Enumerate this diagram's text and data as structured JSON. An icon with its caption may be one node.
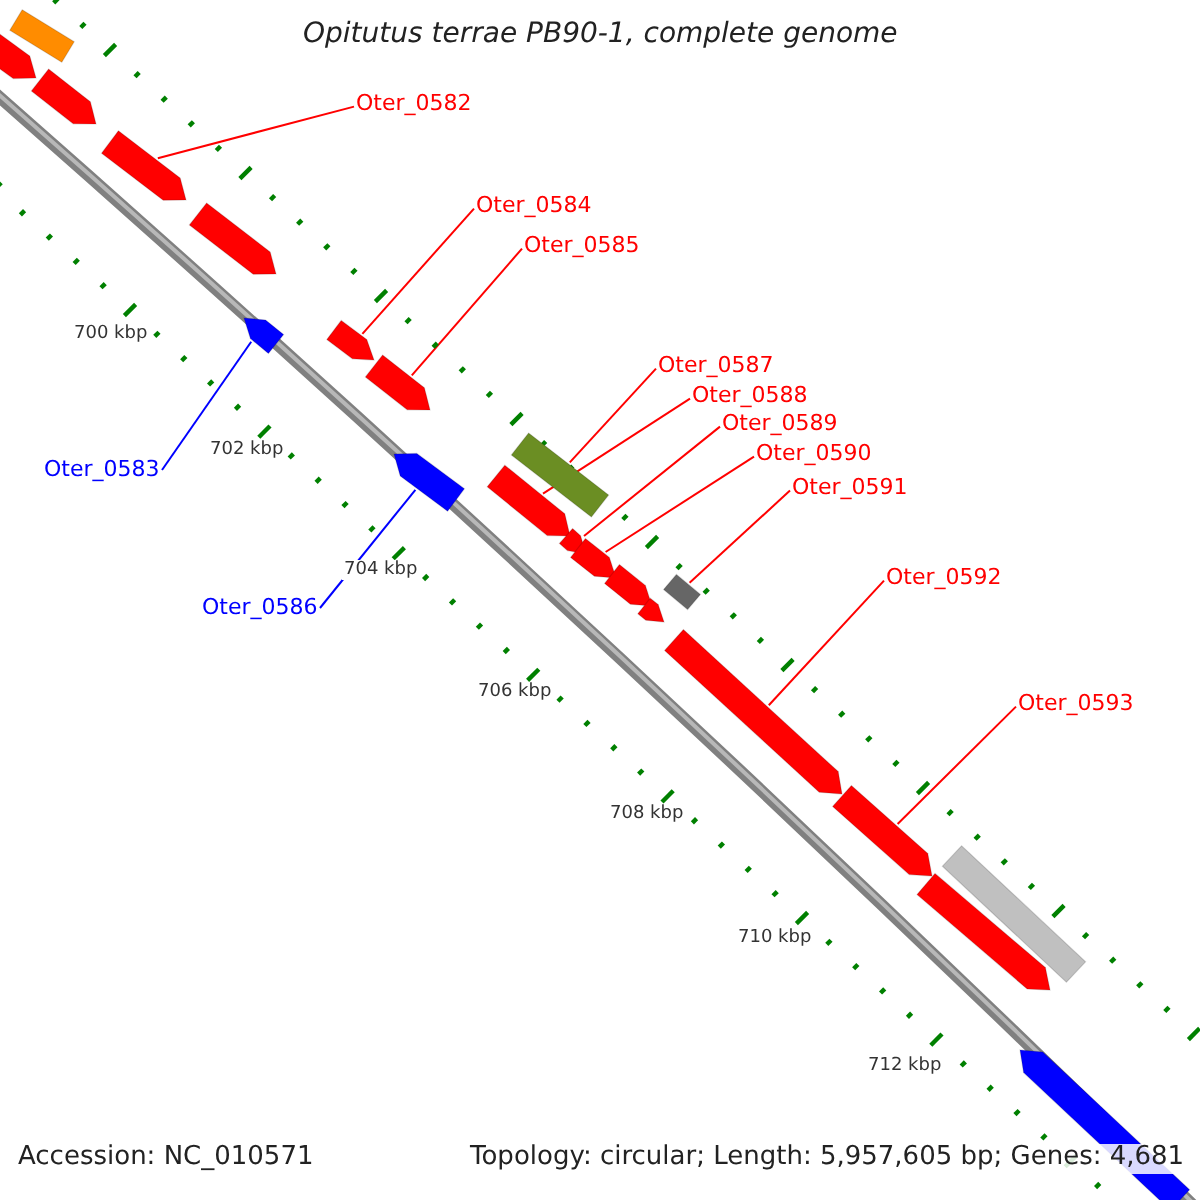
{
  "diagram": {
    "title": "Opitutus terrae PB90-1, complete genome",
    "nodes": [
      {
        "text": [],
        "shape": "box"
      },
      {
        "text": [],
        "shape": "bar"
      },
      {
        "text": [],
        "shape": "bar"
      },
      {
        "text": [],
        "shape": "bar"
      },
      {
        "text": [],
        "shape": "bar"
      },
      {
        "text": [],
        "shape": "bar"
      },
      {
        "text": [],
        "shape": "bar"
      },
      {
        "text": [],
        "shape": "bar"
      },
      {
        "text": [],
        "shape": "bar"
      },
      {
        "text": [],
        "shape": "box"
      },
      {
        "text": [],
        "shape": "bar"
      },
      {
        "text": [],
        "shape": "bar"
      },
      {
        "text": [],
        "shape": "bar"
      },
      {
        "text": [],
        "shape": "bar"
      },
      {
        "text": [],
        "shape": "bar"
      },
      {
        "text": [],
        "shape": "box"
      },
      {
        "text": [],
        "shape": "bar"
      },
      {
        "text": [],
        "shape": "bar"
      },
      {
        "text": [],
        "shape": "box"
      },
      {
        "text": [],
        "shape": "bar"
      },
      {
        "text": [],
        "shape": "bar"
      },
      {
        "text": [
          "Oter_0582"
        ]
      },
      {
        "text": [
          "Oter_0584"
        ]
      },
      {
        "text": [
          "Oter_0585"
        ]
      },
      {
        "text": [
          "Oter_0587"
        ]
      },
      {
        "text": [
          "Oter_0588"
        ]
      },
      {
        "text": [
          "Oter_0589"
        ]
      },
      {
        "text": [
          "Oter_0590"
        ]
      },
      {
        "text": [
          "Oter_0583"
        ]
      },
      {
        "text": [
          "Oter_0591"
        ]
      },
      {
        "text": [
          "Oter_0592"
        ]
      },
      {
        "text": [
          "Oter_0586"
        ]
      },
      {
        "text": [
          "Oter_0593"
        ]
      }
    ],
    "edges": [
      {
        "from": 21,
        "to": 3,
        "arrow": "none"
      },
      {
        "from": 22,
        "to": 6,
        "arrow": "none"
      },
      {
        "from": 23,
        "to": 7,
        "arrow": "none"
      },
      {
        "from": 24,
        "to": 9,
        "arrow": "none"
      },
      {
        "from": 25,
        "to": 10,
        "arrow": "none"
      },
      {
        "from": 26,
        "to": 11,
        "arrow": "none"
      },
      {
        "from": 27,
        "to": 12,
        "arrow": "none"
      },
      {
        "from": 28,
        "to": 5,
        "arrow": "none",
        "color": "#0000ff"
      },
      {
        "from": 29,
        "to": 15,
        "arrow": "none"
      },
      {
        "from": 30,
        "to": 16,
        "arrow": "none"
      },
      {
        "from": 31,
        "to": 8,
        "arrow": "none",
        "color": "#0000ff"
      },
      {
        "from": 32,
        "to": 17,
        "arrow": "none"
      }
    ],
    "labels": [
      "700 kbp",
      "702 kbp",
      "704 kbp",
      "706 kbp",
      "708 kbp",
      "710 kbp",
      "712 kbp",
      "Accession: NC_010571",
      "Topology: circular; Length: 5,957,605 bp; Genes: 4,681"
    ]
  }
}
